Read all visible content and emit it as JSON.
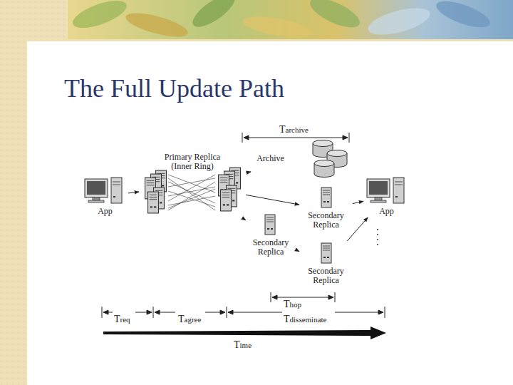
{
  "diagram": {
    "title": "The Full Update Path",
    "nodes": [
      {
        "text": [
          "App"
        ]
      },
      {
        "text": [
          "Primary Replica (Inner Ring)"
        ]
      },
      {
        "text": [
          "Archive"
        ]
      },
      {
        "text": [
          "Secondary Replica"
        ]
      },
      {
        "text": [
          "Secondary Replica"
        ]
      },
      {
        "text": [
          "Secondary Replica"
        ]
      },
      {
        "text": [
          "App"
        ]
      }
    ],
    "edges": [
      {
        "from": 0,
        "to": 1,
        "arrow": "to"
      },
      {
        "from": 1,
        "to": 2,
        "arrow": "to"
      },
      {
        "from": 1,
        "to": 3,
        "arrow": "to"
      },
      {
        "from": 1,
        "to": 4,
        "arrow": "to"
      },
      {
        "from": 4,
        "to": 5,
        "arrow": "to"
      },
      {
        "from": 3,
        "to": 6,
        "arrow": "to"
      },
      {
        "from": 5,
        "to": 6,
        "arrow": "to"
      }
    ],
    "labels": [
      "Tarchive",
      "Treq",
      "Tagree",
      "Thop",
      "Tdisseminate",
      "Time"
    ]
  }
}
